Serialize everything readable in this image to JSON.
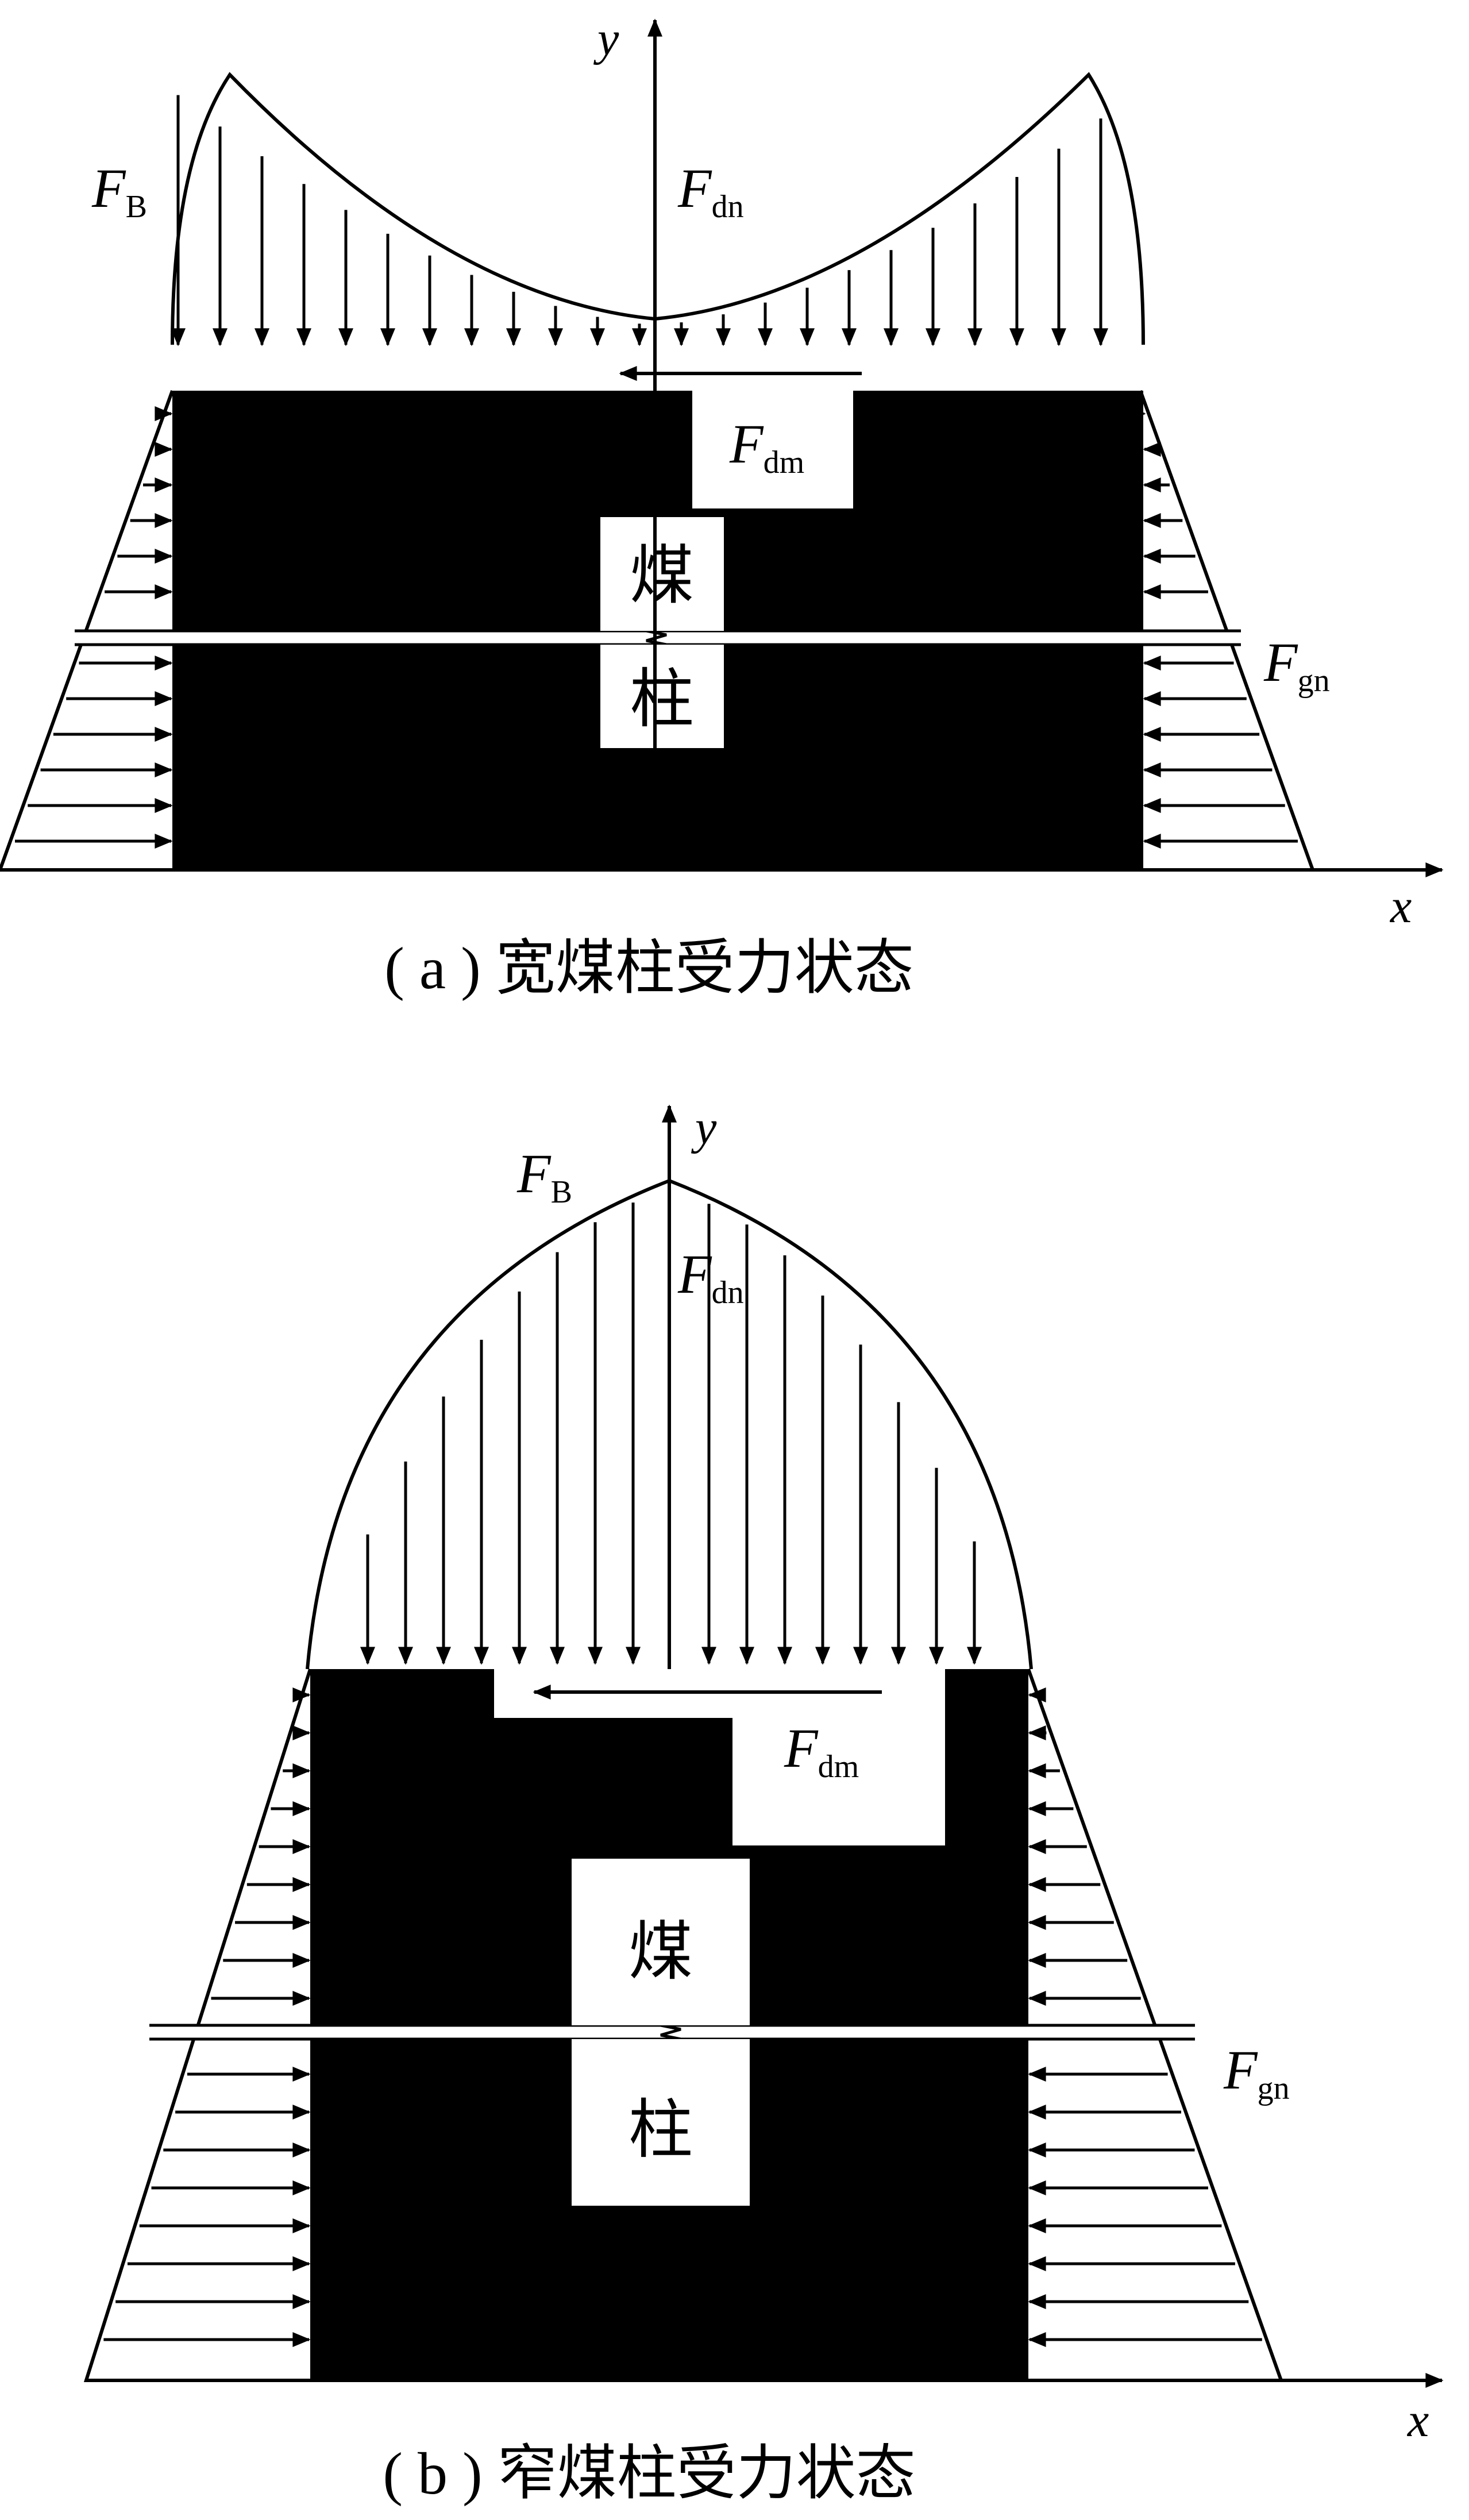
{
  "panel_a": {
    "y_axis": "y",
    "x_axis": "x",
    "F_B": {
      "main": "F",
      "sub": "B"
    },
    "F_dn": {
      "main": "F",
      "sub": "dn"
    },
    "F_dm": {
      "main": "F",
      "sub": "dm"
    },
    "F_gn": {
      "main": "F",
      "sub": "gn"
    },
    "pillar_top": "煤",
    "pillar_bottom": "柱",
    "caption": "( a ) 宽煤柱受力状态"
  },
  "panel_b": {
    "y_axis": "y",
    "x_axis": "x",
    "F_B": {
      "main": "F",
      "sub": "B"
    },
    "F_dn": {
      "main": "F",
      "sub": "dn"
    },
    "F_dm": {
      "main": "F",
      "sub": "dm"
    },
    "F_gn": {
      "main": "F",
      "sub": "gn"
    },
    "pillar_top": "煤",
    "pillar_bottom": "柱",
    "caption": "( b ) 窄煤柱受力状态"
  },
  "colors": {
    "fill": "#000000",
    "background": "#ffffff"
  }
}
